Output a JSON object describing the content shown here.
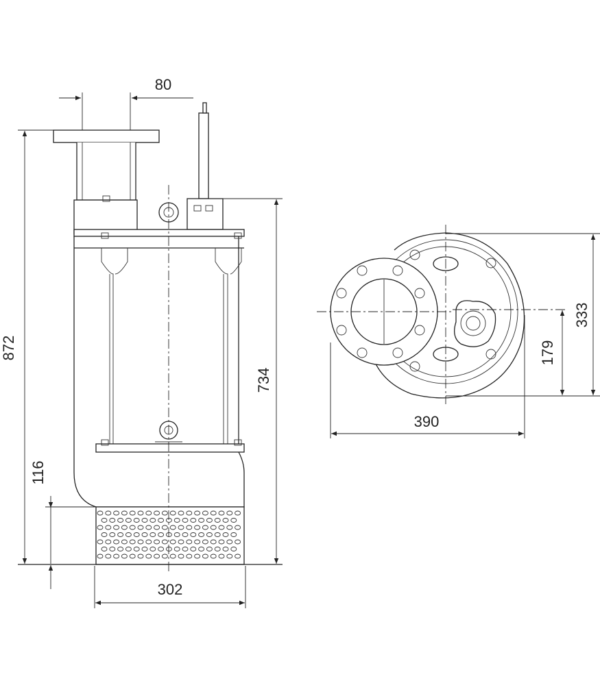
{
  "dimensions": {
    "inlet_spacing": "80",
    "overall_height": "872",
    "body_height": "734",
    "strainer_height": "116",
    "strainer_width": "302",
    "plan_width": "390",
    "plan_depth": "333",
    "plan_offset": "179"
  }
}
